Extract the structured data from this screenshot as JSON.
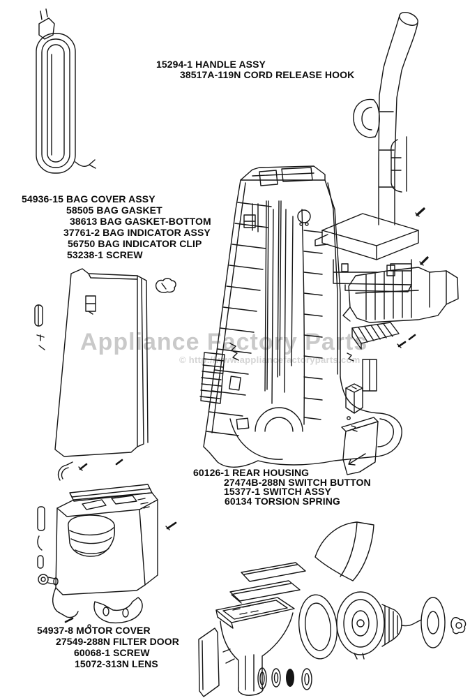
{
  "colors": {
    "background": "#ffffff",
    "line": "#141414",
    "text": "#0a0a0a",
    "watermark": "#c9c9c9",
    "watermark_url": "#d4d4d4"
  },
  "watermark": {
    "title": "Appliance Factory Parts",
    "subtitle": "© http://www.appliancefactoryparts.com"
  },
  "callouts": {
    "handle": {
      "line1": "15294-1 HANDLE ASSY",
      "line2": "38517A-119N CORD RELEASE HOOK"
    },
    "bag_cover": {
      "line1": "54936-15 BAG COVER ASSY",
      "line2": "58505 BAG GASKET",
      "line3": "38613 BAG GASKET-BOTTOM",
      "line4": "37761-2 BAG INDICATOR ASSY",
      "line5": "56750 BAG INDICATOR CLIP",
      "line6": "53238-1 SCREW"
    },
    "rear_housing": {
      "line1": "60126-1 REAR HOUSING",
      "line2": "27474B-288N SWITCH BUTTON",
      "line3": "15377-1 SWITCH ASSY",
      "line4": "60134 TORSION SPRING"
    },
    "motor_cover": {
      "line1": "54937-8 MOTOR COVER",
      "line2": "27549-288N FILTER DOOR",
      "line3": "60068-1 SCREW",
      "line4": "15072-313N LENS"
    }
  }
}
